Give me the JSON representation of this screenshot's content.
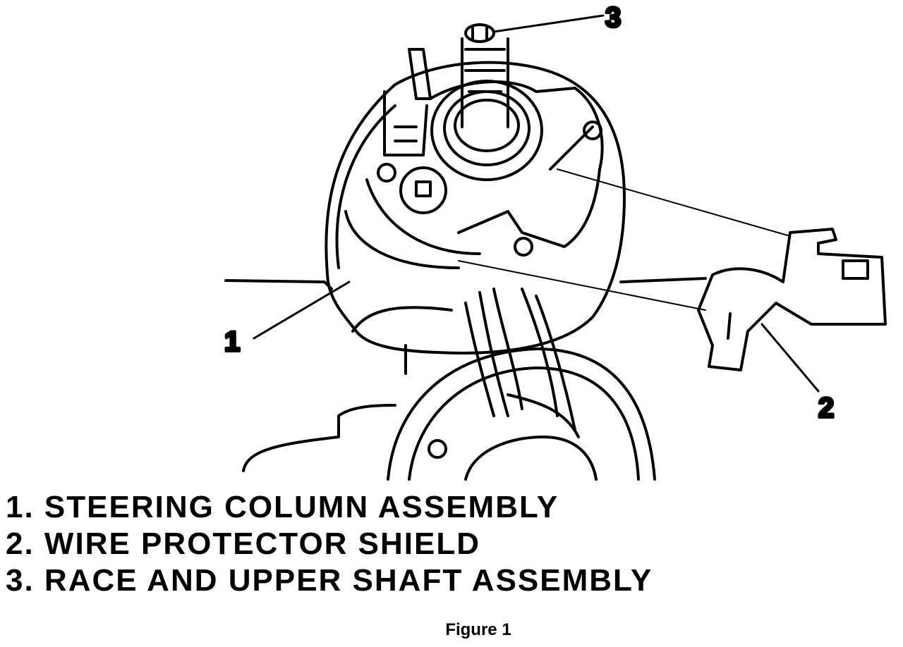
{
  "callouts": {
    "one": "1",
    "two": "2",
    "three": "3"
  },
  "legend": [
    {
      "label": "1. STEERING COLUMN ASSEMBLY"
    },
    {
      "label": "2. WIRE PROTECTOR SHIELD"
    },
    {
      "label": "3. RACE AND UPPER SHAFT ASSEMBLY"
    }
  ],
  "caption": "Figure 1"
}
